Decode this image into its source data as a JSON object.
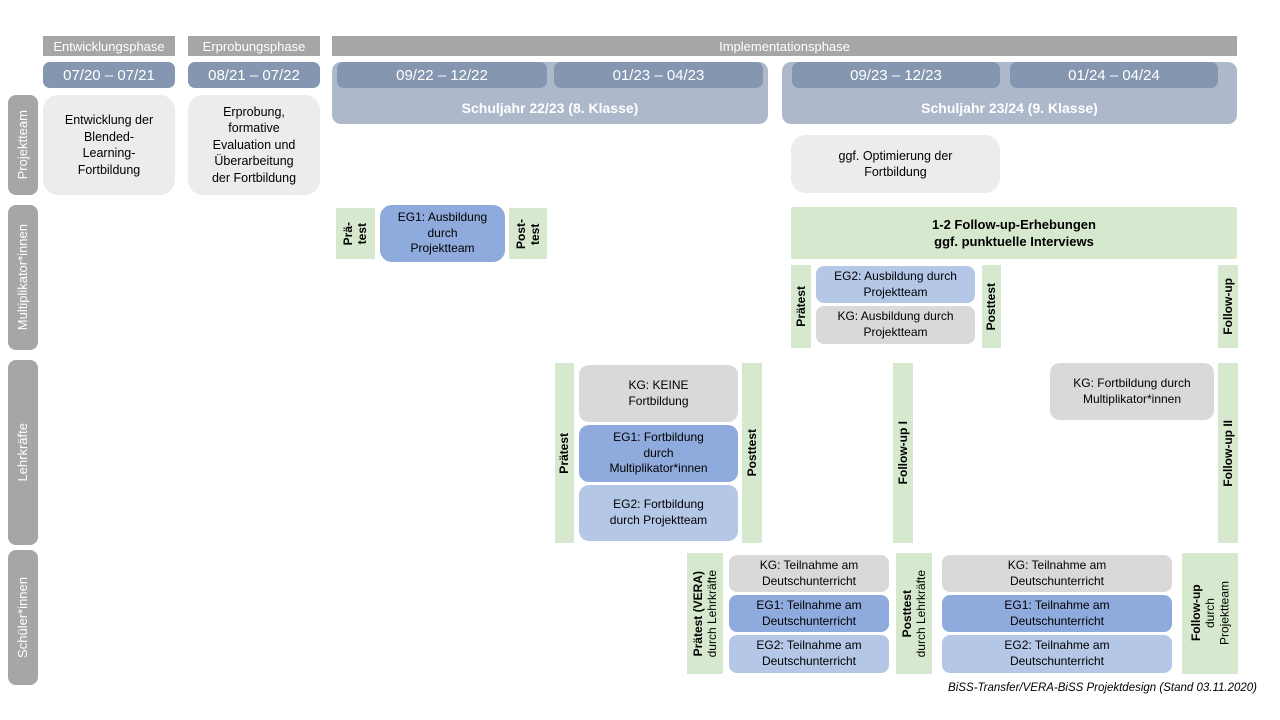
{
  "phases": {
    "entwicklung": "Entwicklungsphase",
    "erprobung": "Erprobungsphase",
    "implementation": "Implementationsphase"
  },
  "timeline": {
    "d1": "07/20 – 07/21",
    "d2": "08/21 – 07/22",
    "d3": "09/22 – 12/22",
    "d4": "01/23 – 04/23",
    "d5": "09/23 – 12/23",
    "d6": "01/24 – 04/24",
    "year1": "Schuljahr 22/23 (8. Klasse)",
    "year2": "Schuljahr 23/24 (9. Klasse)"
  },
  "rows": {
    "projektteam": "Projektteam",
    "multiplikatoren": "Multiplikator*innen",
    "lehrkraefte": "Lehrkräfte",
    "schueler": "Schüler*innen"
  },
  "projektteam": {
    "entwicklung": "Entwicklung der\nBlended-\nLearning-\nFortbildung",
    "erprobung": "Erprobung,\nformative\nEvaluation und\nÜberarbeitung\nder Fortbildung",
    "optimierung": "ggf. Optimierung der\nFortbildung"
  },
  "multiplikator": {
    "praetest1_l1": "Prä-",
    "praetest1_l2": "test",
    "eg1": "EG1: Ausbildung\ndurch\nProjektteam",
    "posttest1_l1": "Post-",
    "posttest1_l2": "test",
    "followup_box": "1-2 Follow-up-Erhebungen\nggf. punktuelle Interviews",
    "praetest2": "Prätest",
    "eg2": "EG2: Ausbildung durch\nProjektteam",
    "kg": "KG: Ausbildung durch\nProjektteam",
    "posttest2": "Posttest",
    "followup": "Follow-up"
  },
  "lehrkraefte": {
    "praetest": "Prätest",
    "kg": "KG: KEINE\nFortbildung",
    "eg1": "EG1: Fortbildung\ndurch\nMultiplikator*innen",
    "eg2": "EG2: Fortbildung\ndurch Projektteam",
    "posttest": "Posttest",
    "followup1": "Follow-up I",
    "kg2": "KG: Fortbildung durch\nMultiplikator*innen",
    "followup2": "Follow-up II"
  },
  "schueler": {
    "praetest_bold": "Prätest (VERA)",
    "praetest_sub": "durch Lehrkräfte",
    "kg1": "KG: Teilnahme am\nDeutschunterricht",
    "eg1a": "EG1: Teilnahme am\nDeutschunterricht",
    "eg2a": "EG2: Teilnahme am\nDeutschunterricht",
    "posttest_bold": "Posttest",
    "posttest_sub": "durch Lehrkräfte",
    "kg2": "KG: Teilnahme am\nDeutschunterricht",
    "eg1b": "EG1: Teilnahme am\nDeutschunterricht",
    "eg2b": "EG2: Teilnahme am\nDeutschunterricht",
    "followup_bold": "Follow-up",
    "followup_sub1": "durch",
    "followup_sub2": "Projektteam"
  },
  "caption": "BiSS-Transfer/VERA-BiSS Projektdesign (Stand 03.11.2020)",
  "colors": {
    "phase_header": "#A6A6A6",
    "date_bar": "#8496B0",
    "school_year_band": "#AEB8CB",
    "row_label": "#A6A6A6",
    "projektteam_box": "#ECECEC",
    "kg_box": "#D9D9D9",
    "eg1_box": "#8FAADC",
    "eg2_box": "#B4C7E7",
    "green_bar": "#D6E8CD"
  }
}
